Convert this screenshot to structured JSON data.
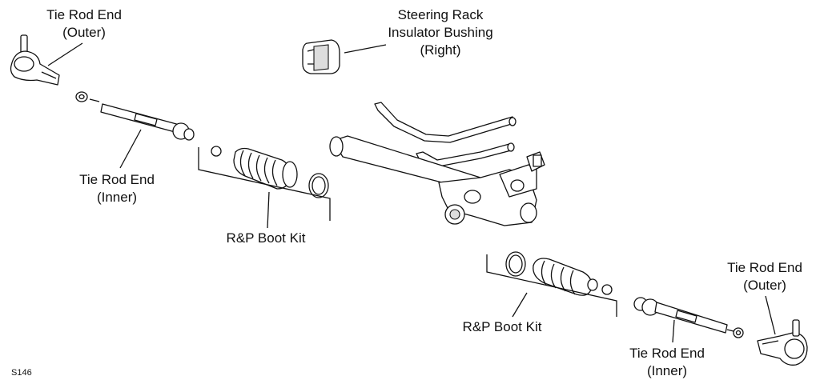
{
  "labels": {
    "tie_rod_outer_left": [
      "Tie Rod End",
      "(Outer)"
    ],
    "steering_rack_bushing": [
      "Steering Rack",
      "Insulator Bushing",
      "(Right)"
    ],
    "tie_rod_inner_left": [
      "Tie Rod End",
      "(Inner)"
    ],
    "boot_kit_left": [
      "R&P Boot Kit"
    ],
    "boot_kit_right": [
      "R&P Boot Kit"
    ],
    "tie_rod_outer_right": [
      "Tie Rod End",
      "(Outer)"
    ],
    "tie_rod_inner_right": [
      "Tie Rod End",
      "(Inner)"
    ]
  },
  "figure_code": "S146"
}
